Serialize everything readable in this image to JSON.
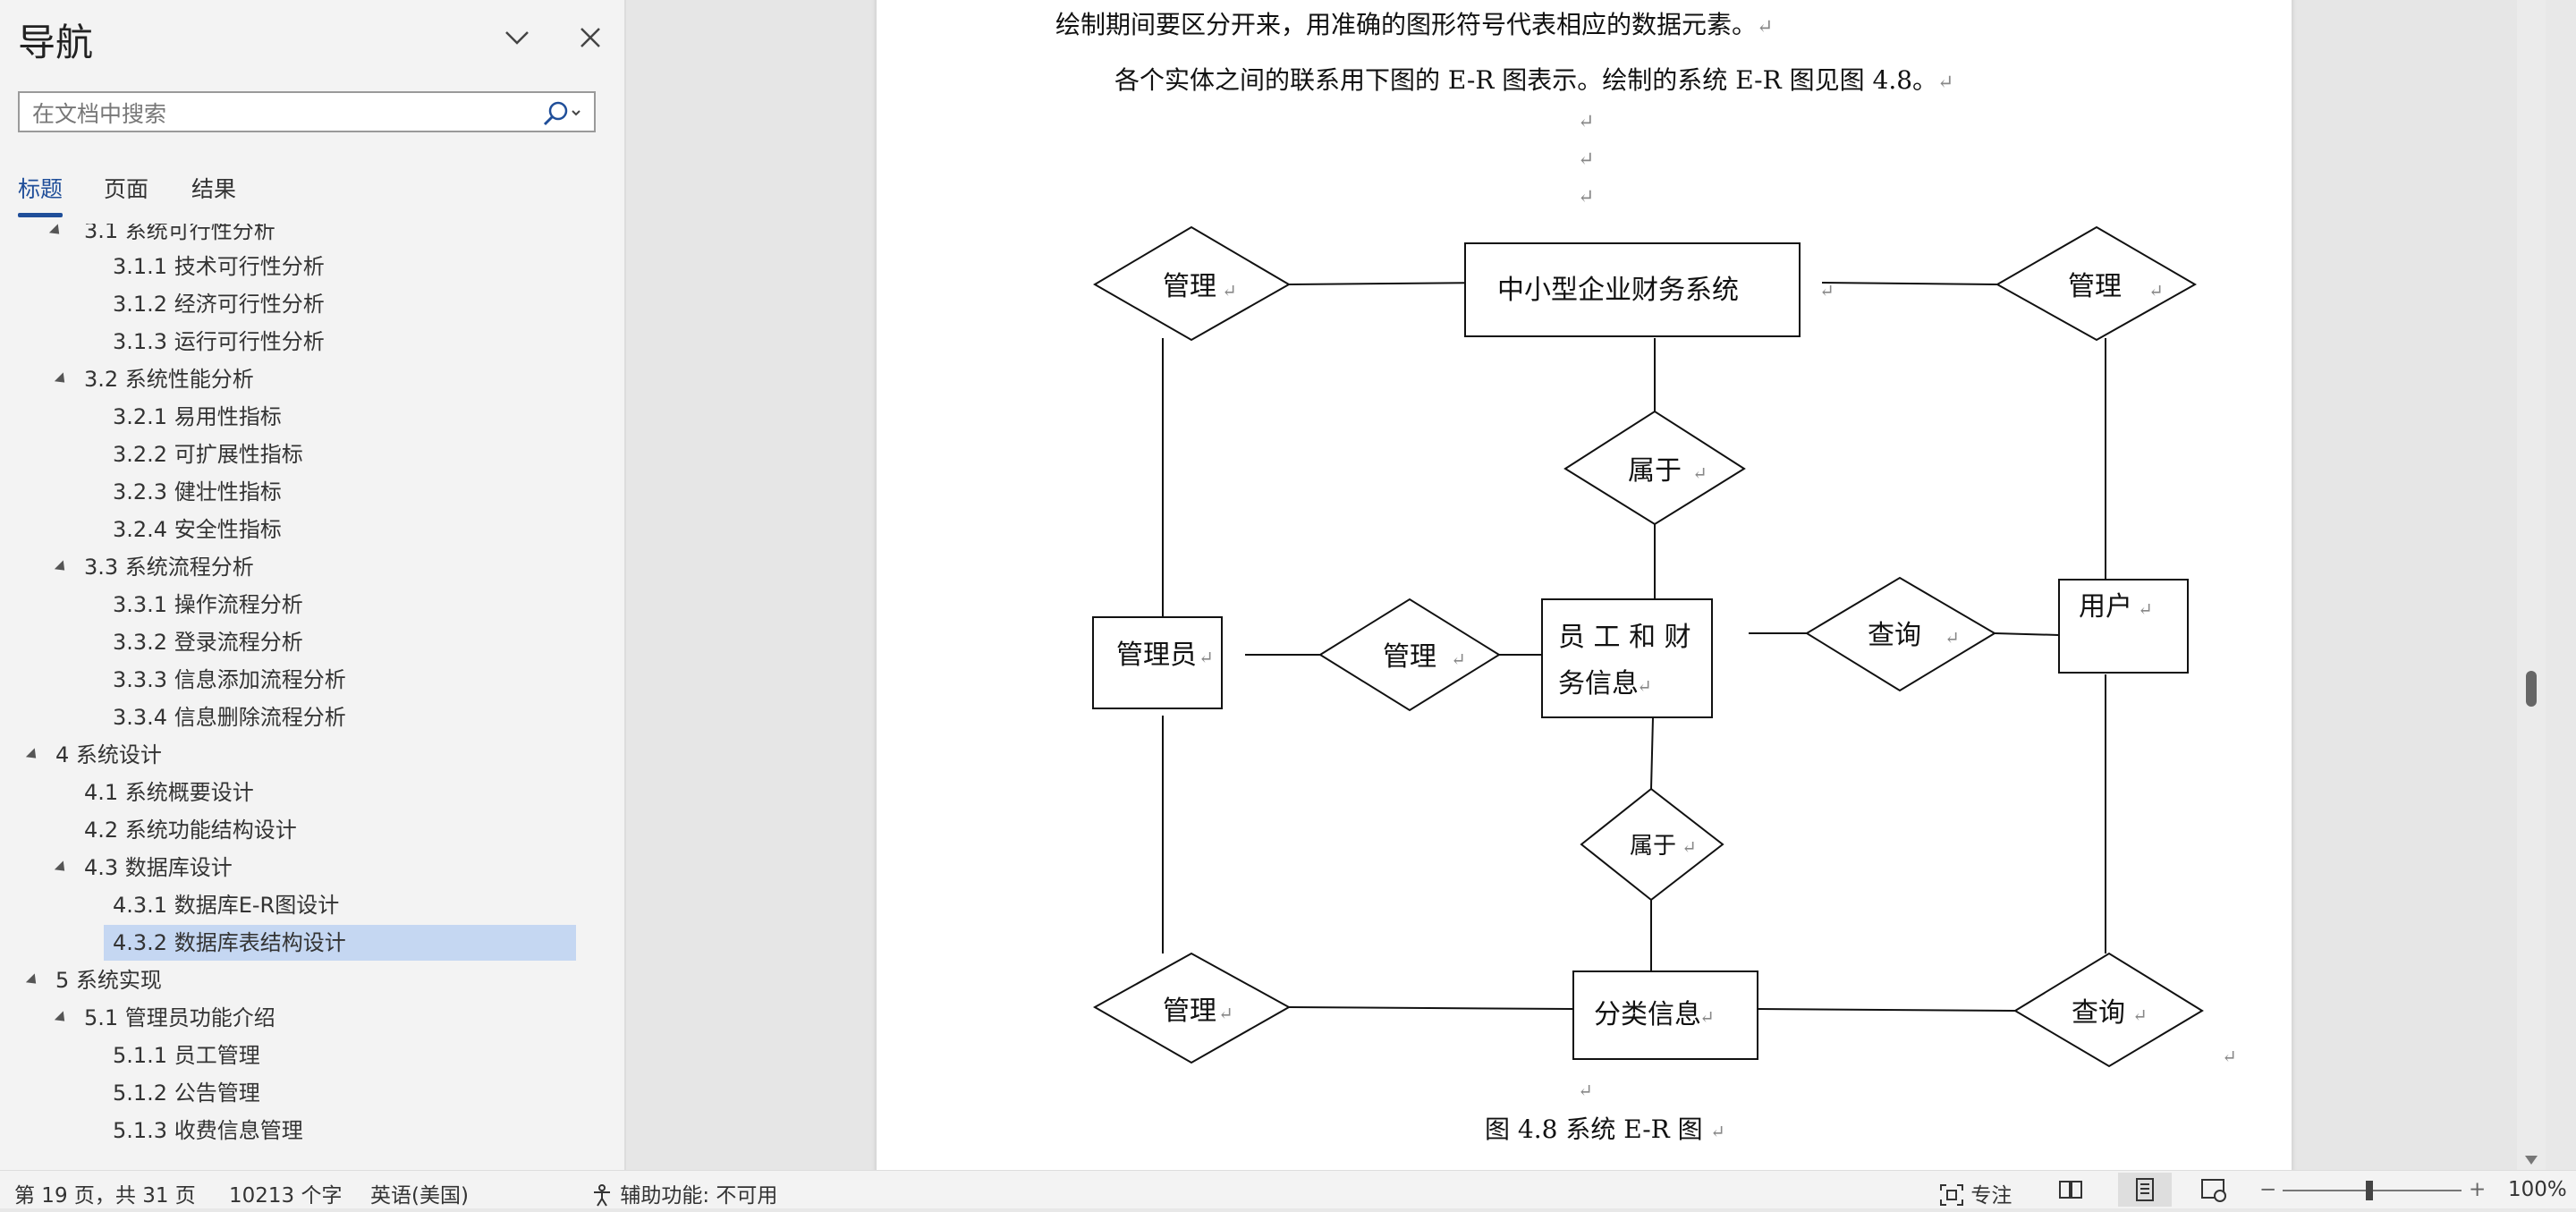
{
  "nav": {
    "title": "导航",
    "search_placeholder": "在文档中搜索",
    "tabs": [
      "标题",
      "页面",
      "结果"
    ],
    "active_tab": "标题",
    "items": [
      {
        "label": "3.1 系统可行性分析"
      },
      {
        "label": "3.1.1 技术可行性分析"
      },
      {
        "label": "3.1.2 经济可行性分析"
      },
      {
        "label": "3.1.3 运行可行性分析"
      },
      {
        "label": "3.2 系统性能分析"
      },
      {
        "label": "3.2.1 易用性指标"
      },
      {
        "label": "3.2.2 可扩展性指标"
      },
      {
        "label": "3.2.3 健壮性指标"
      },
      {
        "label": "3.2.4 安全性指标"
      },
      {
        "label": "3.3 系统流程分析"
      },
      {
        "label": "3.3.1 操作流程分析"
      },
      {
        "label": "3.3.2 登录流程分析"
      },
      {
        "label": "3.3.3 信息添加流程分析"
      },
      {
        "label": "3.3.4 信息删除流程分析"
      },
      {
        "label": "4 系统设计"
      },
      {
        "label": "4.1 系统概要设计"
      },
      {
        "label": "4.2 系统功能结构设计"
      },
      {
        "label": "4.3 数据库设计"
      },
      {
        "label": "4.3.1 数据库E-R图设计"
      },
      {
        "label": "4.3.2 数据库表结构设计"
      },
      {
        "label": "5 系统实现"
      },
      {
        "label": "5.1 管理员功能介绍"
      },
      {
        "label": "5.1.1 员工管理"
      },
      {
        "label": "5.1.2 公告管理"
      },
      {
        "label": "5.1.3 收费信息管理"
      }
    ],
    "selected": "4.3.2 数据库表结构设计"
  },
  "document": {
    "line1": "绘制期间要区分开来，用准确的图形符号代表相应的数据元素。",
    "line2": "各个实体之间的联系用下图的 E-R 图表示。绘制的系统 E-R 图见图 4.8。",
    "para_mark": "↵",
    "figure": {
      "entities": {
        "system": "中小型企业财务系统",
        "admin": "管理员",
        "staff_line1": "员 工 和 财",
        "staff_line2": "务信息",
        "user": "用户",
        "category": "分类信息"
      },
      "relations": {
        "manage_tl": "管理",
        "manage_tr": "管理",
        "belong_top": "属于",
        "manage_mid": "管理",
        "query_mid": "查询",
        "belong_bottom": "属于",
        "manage_bl": "管理",
        "query_br": "查询"
      },
      "caption": "图 4.8  系统 E-R 图"
    }
  },
  "status": {
    "page": "第 19 页，共 31 页",
    "words": "10213 个字",
    "language": "英语(美国)",
    "accessibility": "辅助功能: 不可用",
    "focus": "专注",
    "zoom": "100%",
    "zoom_minus": "−",
    "zoom_plus": "+"
  }
}
